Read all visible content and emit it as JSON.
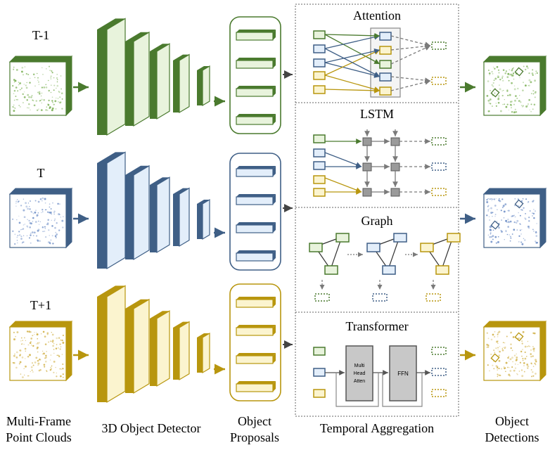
{
  "rows": [
    {
      "frame": "T-1",
      "color": "#4a7a2e",
      "fill": "#e8f3dc",
      "pc": "#7fb35a"
    },
    {
      "frame": "T",
      "color": "#3f5f86",
      "fill": "#e3eefa",
      "pc": "#6f8fc7"
    },
    {
      "frame": "T+1",
      "color": "#b8960e",
      "fill": "#fbf4cf",
      "pc": "#d2b24a"
    }
  ],
  "gray": "#7a7a7a",
  "panels": {
    "attention": "Attention",
    "lstm": "LSTM",
    "graph": "Graph",
    "transformer": "Transformer",
    "mha": [
      "Multi",
      "Head",
      "Atten"
    ],
    "ffn": "FFN"
  },
  "captions": {
    "point_clouds": [
      "Multi-Frame",
      "Point Clouds"
    ],
    "detector": "3D Object Detector",
    "proposals": [
      "Object",
      "Proposals"
    ],
    "aggregation": "Temporal Aggregation",
    "detections": [
      "Object",
      "Detections"
    ]
  }
}
